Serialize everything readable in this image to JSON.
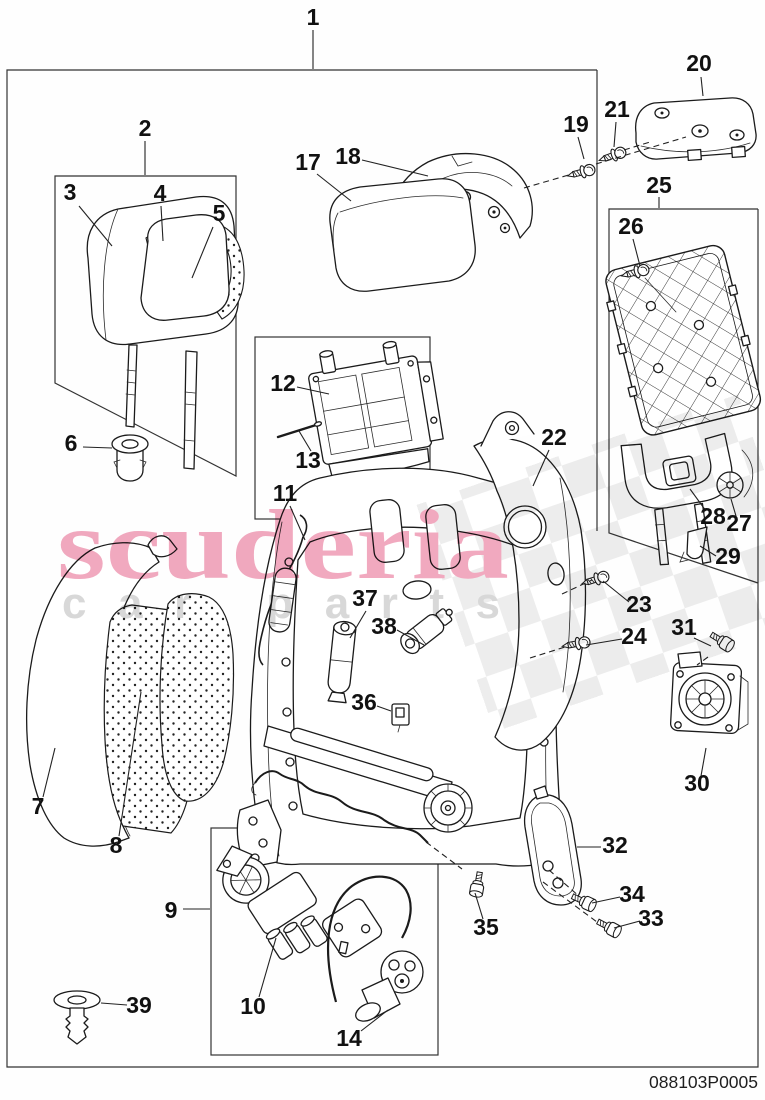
{
  "diagram": {
    "callouts": {
      "c1": "1",
      "c2": "2",
      "c3": "3",
      "c4": "4",
      "c5": "5",
      "c6": "6",
      "c7": "7",
      "c8": "8",
      "c9": "9",
      "c10": "10",
      "c11": "11",
      "c12": "12",
      "c13": "13",
      "c14": "14",
      "c17": "17",
      "c18": "18",
      "c19": "19",
      "c20": "20",
      "c21": "21",
      "c22": "22",
      "c23": "23",
      "c24": "24",
      "c25": "25",
      "c26": "26",
      "c27": "27",
      "c28": "28",
      "c29": "29",
      "c30": "30",
      "c31": "31",
      "c32": "32",
      "c33": "33",
      "c34": "34",
      "c35": "35",
      "c36": "36",
      "c37": "37",
      "c38": "38",
      "c39": "39"
    },
    "footer": {
      "part_number": "088103P0005"
    },
    "watermark": {
      "title": "scuderia",
      "subtitle": "car parts",
      "pink": "#f1a9bf",
      "gray": "#d8d8d8",
      "checker": "#ececec"
    },
    "colors": {
      "line": "#1b1b1b",
      "background": "#ffffff"
    }
  }
}
